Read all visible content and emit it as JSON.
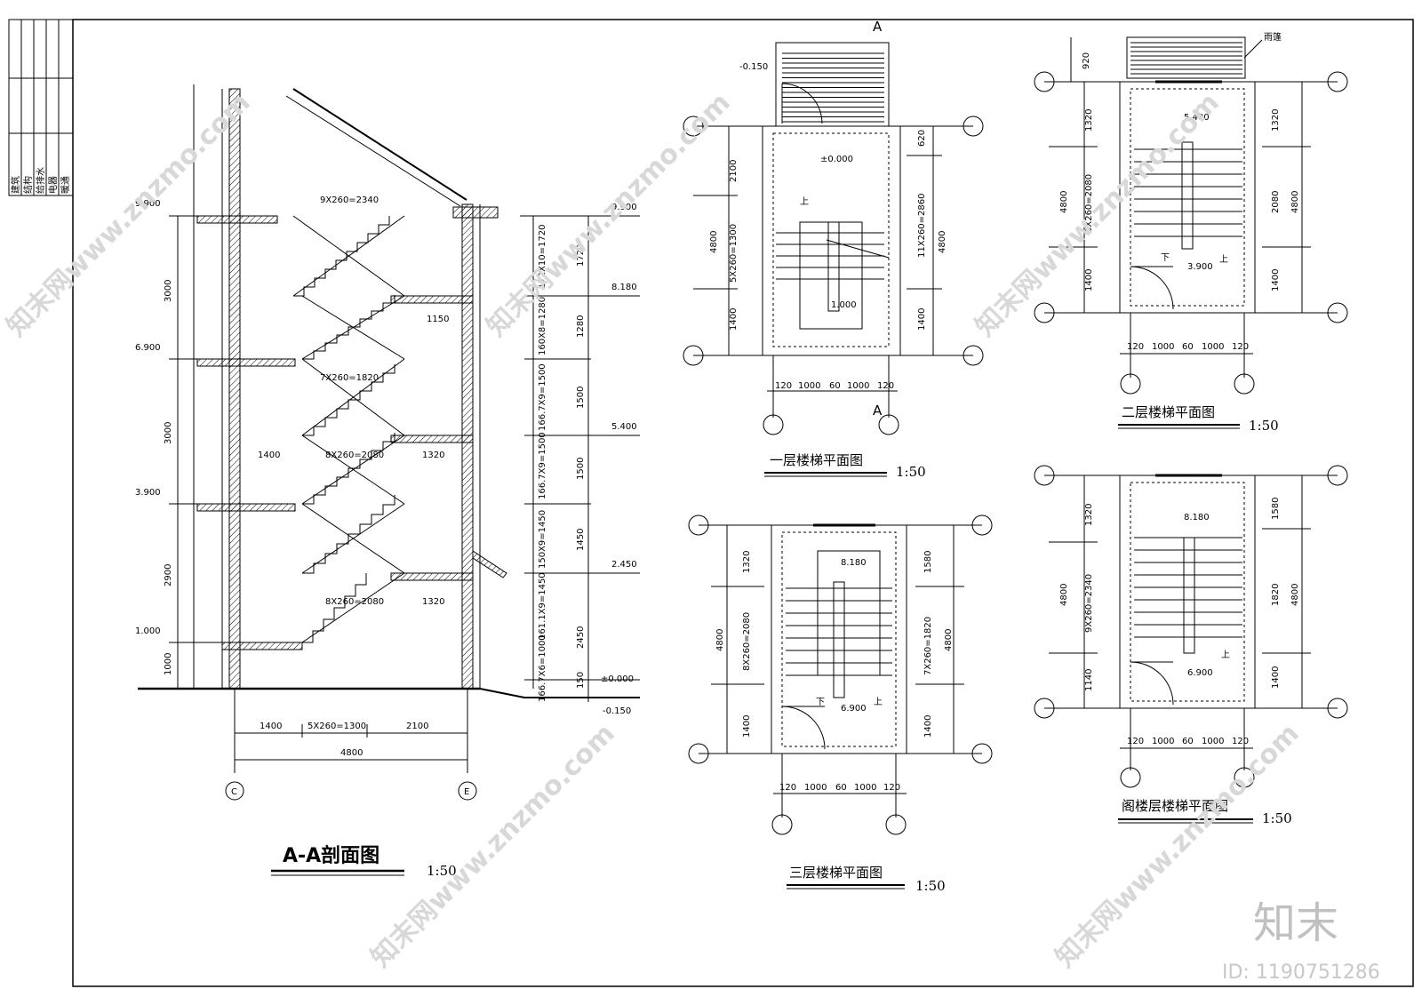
{
  "title_block": {
    "disciplines": [
      "建筑",
      "结构",
      "给排水",
      "电器",
      "暖通"
    ]
  },
  "section": {
    "title": "A-A剖面图",
    "scale": "1:50",
    "levels": [
      "9.900",
      "6.900",
      "3.900",
      "1.000"
    ],
    "right_levels": [
      "9.900",
      "8.180",
      "5.400",
      "2.450",
      "±0.000",
      "-0.150"
    ],
    "left_dims": [
      "3000",
      "3000",
      "2900",
      "1000"
    ],
    "flight_labels": [
      "9X260=2340",
      "7X260=1820",
      "8X260=2080",
      "8X260=2080"
    ],
    "landing_dims": [
      "1150",
      "1400",
      "1320",
      "1320"
    ],
    "riser_dims": [
      "172X10=1720",
      "160X8=1280",
      "166.7X9=1500",
      "166.7X9=1500",
      "150X9=1450",
      "161.1X9=1450",
      "166.7X6=1000"
    ],
    "riser_totals": [
      "1720",
      "1280",
      "1500",
      "1500",
      "1450",
      "2450",
      "150"
    ],
    "bottom_dims": [
      "1400",
      "5X260=1300",
      "2100"
    ],
    "bottom_total": "4800",
    "axes": [
      "C",
      "E"
    ]
  },
  "plan1": {
    "title": "一层楼梯平面图",
    "scale": "1:50",
    "section_marks": [
      "A",
      "A"
    ],
    "levels": [
      "-0.150",
      "±0.000",
      "1.000"
    ],
    "left_dims": [
      "2100",
      "5X260=1300",
      "1400"
    ],
    "left_total": "4800",
    "right_dims": [
      "620",
      "11X260=2860",
      "1400"
    ],
    "right_total": "4800",
    "bottom_dims": [
      "120",
      "1000",
      "60",
      "1000",
      "120"
    ],
    "up": "上"
  },
  "plan2": {
    "title": "二层楼梯平面图",
    "scale": "1:50",
    "canopy": "雨篷",
    "top_dim": "920",
    "levels": [
      "5.400",
      "3.900"
    ],
    "left_dims": [
      "1320",
      "8X260=2080",
      "1400"
    ],
    "left_total": "4800",
    "right_dims": [
      "1320",
      "2080",
      "1400"
    ],
    "right_total": "4800",
    "bottom_dims": [
      "120",
      "1000",
      "60",
      "1000",
      "120"
    ],
    "up": "上",
    "down": "下"
  },
  "plan3": {
    "title": "三层楼梯平面图",
    "scale": "1:50",
    "levels": [
      "8.180",
      "6.900"
    ],
    "left_dims": [
      "1320",
      "8X260=2080",
      "1400"
    ],
    "left_total": "4800",
    "right_dims": [
      "1580",
      "7X260=1820",
      "1400"
    ],
    "right_total": "4800",
    "bottom_dims": [
      "120",
      "1000",
      "60",
      "1000",
      "120"
    ],
    "up": "上",
    "down": "下"
  },
  "plan4": {
    "title": "阁楼层楼梯平面图",
    "scale": "1:50",
    "levels": [
      "8.180",
      "6.900"
    ],
    "left_dims": [
      "1320",
      "9X260=2340",
      "1140"
    ],
    "left_total": "4800",
    "right_dims": [
      "1580",
      "1820",
      "1400"
    ],
    "right_total": "4800",
    "bottom_dims": [
      "120",
      "1000",
      "60",
      "1000",
      "120"
    ],
    "up": "上"
  },
  "watermarks": [
    "知末网www.znzmo.com"
  ],
  "logo": "知末",
  "id_text": "ID: 1190751286"
}
